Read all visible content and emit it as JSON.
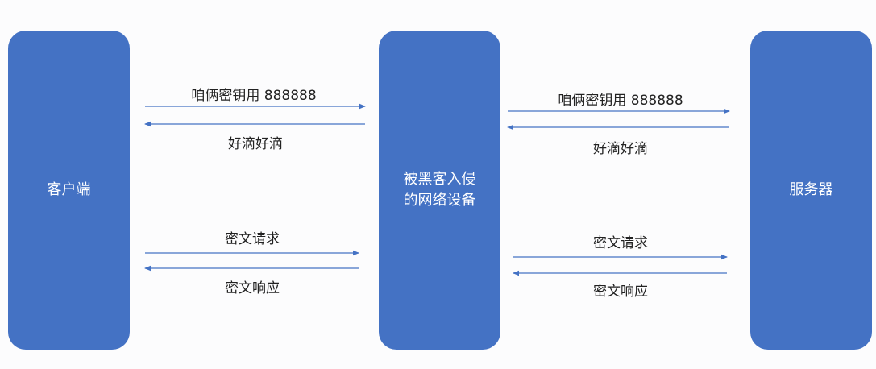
{
  "nodes": {
    "client": "客户端",
    "mitm": [
      "被黑客入侵",
      "的网络设备"
    ],
    "server": "服务器"
  },
  "messages": {
    "left_top_request": "咱俩密钥用 888888",
    "left_top_response": "好滴好滴",
    "left_bottom_request": "密文请求",
    "left_bottom_response": "密文响应",
    "right_top_request": "咱俩密钥用 888888",
    "right_top_response": "好滴好滴",
    "right_bottom_request": "密文请求",
    "right_bottom_response": "密文响应"
  },
  "colors": {
    "node_fill": "#4472c4",
    "node_text": "#ffffff",
    "arrow": "#4472c4",
    "label_text": "#222222"
  }
}
